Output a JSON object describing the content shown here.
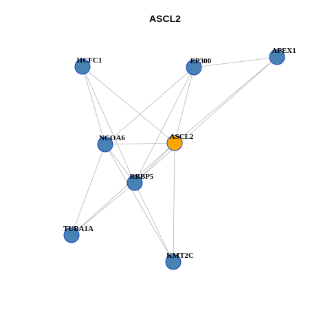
{
  "title": "ASCL2",
  "colors": {
    "default_node": "#4682b4",
    "focus_node": "#ffa500",
    "node_border": "#1a3fc4",
    "edge": "#b3b3b3"
  },
  "nodes": [
    {
      "id": "HCFC1",
      "label": "HCFC1",
      "focus": false
    },
    {
      "id": "EP300",
      "label": "EP300",
      "focus": false
    },
    {
      "id": "APEX1",
      "label": "APEX1",
      "focus": false
    },
    {
      "id": "ASCL2",
      "label": "ASCL2",
      "focus": true
    },
    {
      "id": "NCOA6",
      "label": "NCOA6",
      "focus": false
    },
    {
      "id": "RBBP5",
      "label": "RBBP5",
      "focus": false
    },
    {
      "id": "TUBA1A",
      "label": "TUBA1A",
      "focus": false
    },
    {
      "id": "KMT2C",
      "label": "KMT2C",
      "focus": false
    }
  ],
  "edges": [
    [
      "HCFC1",
      "NCOA6"
    ],
    [
      "HCFC1",
      "ASCL2"
    ],
    [
      "HCFC1",
      "RBBP5"
    ],
    [
      "EP300",
      "APEX1"
    ],
    [
      "EP300",
      "NCOA6"
    ],
    [
      "EP300",
      "ASCL2"
    ],
    [
      "EP300",
      "RBBP5"
    ],
    [
      "APEX1",
      "ASCL2"
    ],
    [
      "APEX1",
      "RBBP5"
    ],
    [
      "NCOA6",
      "ASCL2"
    ],
    [
      "NCOA6",
      "RBBP5"
    ],
    [
      "NCOA6",
      "TUBA1A"
    ],
    [
      "NCOA6",
      "KMT2C"
    ],
    [
      "ASCL2",
      "RBBP5"
    ],
    [
      "ASCL2",
      "TUBA1A"
    ],
    [
      "ASCL2",
      "KMT2C"
    ],
    [
      "RBBP5",
      "TUBA1A"
    ],
    [
      "RBBP5",
      "KMT2C"
    ]
  ]
}
